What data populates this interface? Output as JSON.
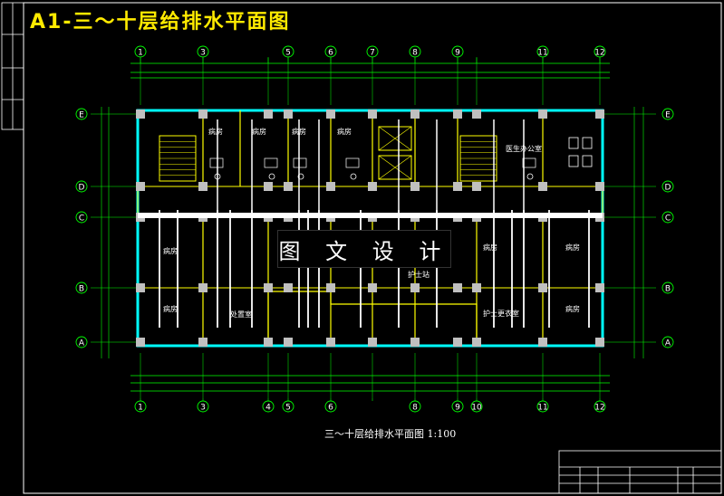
{
  "title": "A1-三～十层给排水平面图",
  "caption": "三～十层给排水平面图 1:100",
  "watermark": "图 文 设 计",
  "top_axes": [
    "1",
    "3",
    "5",
    "6",
    "7",
    "8",
    "9",
    "11",
    "12"
  ],
  "bottom_axes": [
    "1",
    "3",
    "4",
    "5",
    "6",
    "8",
    "9",
    "10",
    "11",
    "12"
  ],
  "row_axes": [
    "E",
    "D",
    "C",
    "B",
    "A"
  ],
  "rooms": [
    "病房",
    "病房",
    "病房",
    "病房",
    "病房",
    "病房",
    "病房",
    "病房",
    "病房",
    "护士站",
    "医生办公室",
    "处置室",
    "护士更衣室"
  ],
  "colors": {
    "background": "#000000",
    "frame": "#ffffff",
    "title": "#ffea00",
    "wall": "#00ffff",
    "partition": "#ffff00",
    "column": "#c0c0c0",
    "pipe": "#ffffff",
    "dimension": "#00ff00",
    "axis": "#00ff00",
    "label": "#ffffff"
  }
}
